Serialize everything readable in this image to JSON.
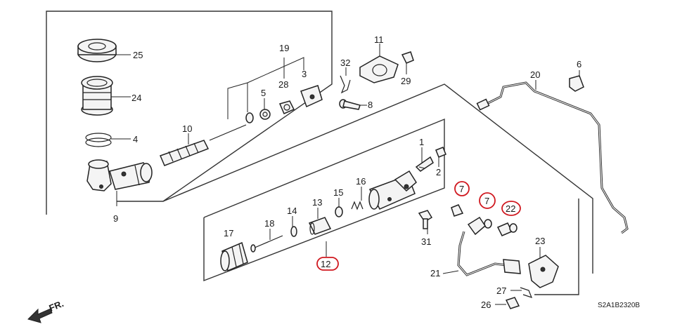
{
  "labels": {
    "p1": "1",
    "p2": "2",
    "p3": "3",
    "p4": "4",
    "p5": "5",
    "p6": "6",
    "p7a": "7",
    "p7b": "7",
    "p8": "8",
    "p9": "9",
    "p10": "10",
    "p11": "11",
    "p12": "12",
    "p13": "13",
    "p14": "14",
    "p15": "15",
    "p16": "16",
    "p17": "17",
    "p18": "18",
    "p19": "19",
    "p20": "20",
    "p21": "21",
    "p22": "22",
    "p23": "23",
    "p24": "24",
    "p25": "25",
    "p26": "26",
    "p27": "27",
    "p28": "28",
    "p29": "29",
    "p31": "31",
    "p32": "32"
  },
  "diagram_code": "S2A1B2320B",
  "front_marker": "FR.",
  "highlight_color": "#d0181f"
}
